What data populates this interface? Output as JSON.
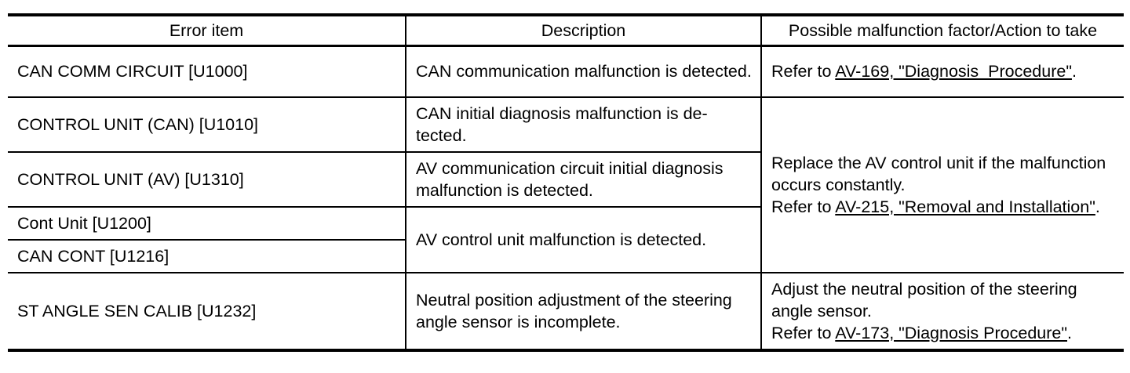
{
  "table": {
    "columns": [
      "Error item",
      "Description",
      "Possible malfunction factor/Action to take"
    ],
    "rows": [
      {
        "error_item": "CAN COMM CIRCUIT [U1000]",
        "description": "CAN communication malfunction is de­tected.",
        "action": {
          "prefix": "Refer to ",
          "link_label": "AV-169, \"Diagnosis  Procedure\"",
          "suffix": "."
        }
      },
      {
        "error_item": "CONTROL UNIT (CAN) [U1010]",
        "description": "CAN initial diagnosis malfunction is de­tected."
      },
      {
        "error_item": "CONTROL UNIT (AV) [U1310]",
        "description": "AV communication circuit initial diagnosis malfunction is detected."
      },
      {
        "error_item": "Cont Unit [U1200]",
        "description": "AV control unit malfunction is detected."
      },
      {
        "error_item": "CAN CONT [U1216]"
      },
      {
        "error_item": "ST ANGLE SEN CALIB [U1232]",
        "description": "Neutral position adjustment of the steering angle sensor is incomplete.",
        "action": {
          "text": "Adjust the neutral position of the steering angle sensor.",
          "prefix": "Refer to ",
          "link_label": "AV-173, \"Diagnosis Procedure\"",
          "suffix": "."
        }
      }
    ],
    "merged_action": {
      "text": "Replace the AV control unit if the malfunc­tion occurs constantly.",
      "prefix": "Refer to ",
      "link_label": "AV-215, \"Removal and Installa­tion\"",
      "suffix": "."
    }
  }
}
